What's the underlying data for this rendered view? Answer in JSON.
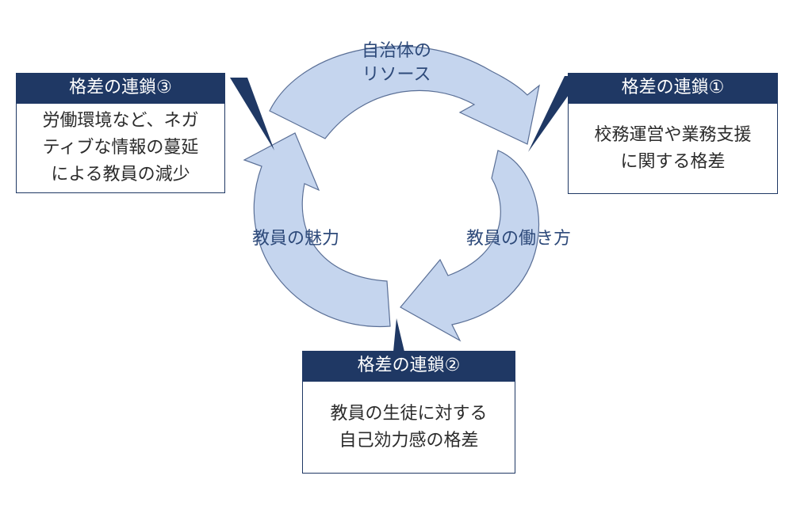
{
  "arcs": {
    "top": {
      "line1": "自治体の",
      "line2": "リソース"
    },
    "right": {
      "label": "教員の働き方"
    },
    "left": {
      "label": "教員の魅力"
    }
  },
  "callouts": {
    "one": {
      "title": "格差の連鎖①",
      "lines": [
        "校務運営や業務支援",
        "に関する格差"
      ]
    },
    "two": {
      "title": "格差の連鎖②",
      "lines": [
        "教員の生徒に対する",
        "自己効力感の格差"
      ]
    },
    "three": {
      "title": "格差の連鎖③",
      "lines": [
        "労働環境など、ネガ",
        "ティブな情報の蔓延",
        "による教員の減少"
      ]
    }
  },
  "colors": {
    "arrow_fill": "#c5d5ee",
    "arrow_stroke": "#5a6f96",
    "header_fill": "#1f3864",
    "arc_text": "#2e4a7a"
  }
}
